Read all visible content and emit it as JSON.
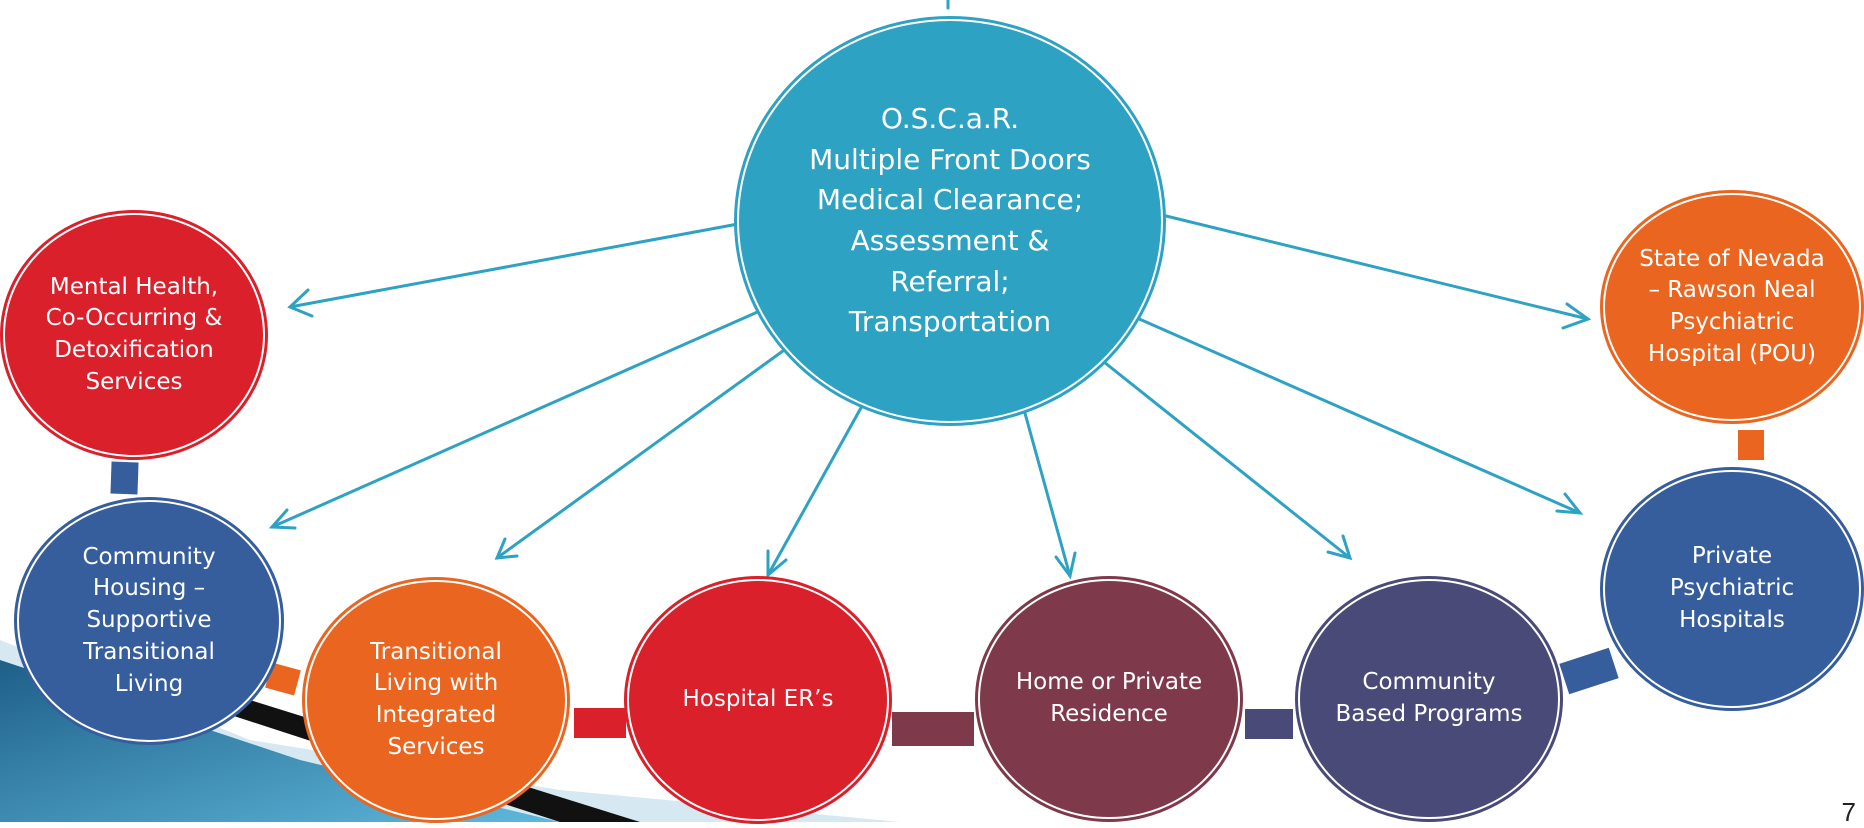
{
  "nodes": {
    "center": {
      "label": "O.S.C.a.R.\nMultiple Front Doors\nMedical Clearance;\nAssessment &\nReferral;\nTransportation",
      "color": "#2ea2c2",
      "ring": "#2ea2c2"
    },
    "mental_health": {
      "label": "Mental Health,\nCo-Occurring &\nDetoxification\nServices",
      "color": "#d9202b",
      "ring": "#d9202b"
    },
    "state_nevada": {
      "label": "State of Nevada\n– Rawson Neal\nPsychiatric\nHospital (POU)",
      "color": "#ea6620",
      "ring": "#ea6620"
    },
    "community_housing": {
      "label": "Community\nHousing –\nSupportive\nTransitional\nLiving",
      "color": "#365e9c",
      "ring": "#365e9c"
    },
    "transitional_living": {
      "label": "Transitional\nLiving with\nIntegrated\nServices",
      "color": "#ea6620",
      "ring": "#ea6620"
    },
    "hospital_er": {
      "label": "Hospital ER’s",
      "color": "#d9202b",
      "ring": "#d9202b"
    },
    "home_residence": {
      "label": "Home or Private\nResidence",
      "color": "#7e3a4b",
      "ring": "#7e3a4b"
    },
    "community_programs": {
      "label": "Community\nBased Programs",
      "color": "#4a4a78",
      "ring": "#4a4a78"
    },
    "private_psychiatric": {
      "label": "Private\nPsychiatric\nHospitals",
      "color": "#365e9c",
      "ring": "#365e9c"
    }
  },
  "colors": {
    "arrow": "#2ea2c2",
    "accent_blue": "#3a6fae"
  },
  "page_number": "7"
}
